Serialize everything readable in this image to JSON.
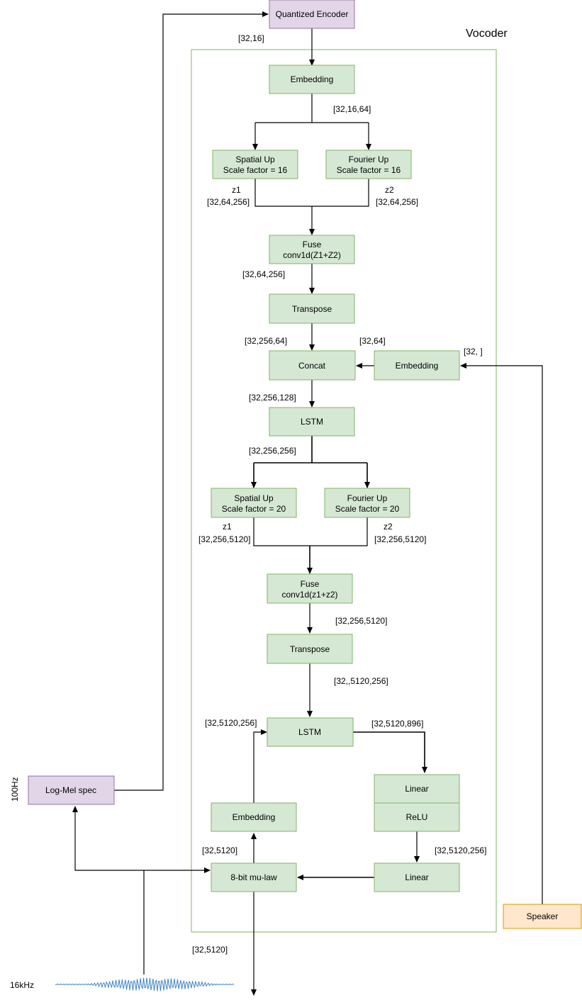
{
  "title": "Vocoder",
  "colors": {
    "block_fill": "#d5e8d4",
    "block_stroke": "#82b366",
    "purple_fill": "#e1d5e7",
    "purple_stroke": "#9673a6",
    "orange_fill": "#ffe6cc",
    "orange_stroke": "#d79b00",
    "wave": "#3d85c6"
  },
  "nodes": {
    "quantized_encoder": "Quantized Encoder",
    "embedding_top": "Embedding",
    "spatial_up_1": [
      "Spatial Up",
      "Scale factor = 16"
    ],
    "fourier_up_1": [
      "Fourier Up",
      "Scale factor = 16"
    ],
    "fuse_1": [
      "Fuse",
      "conv1d(Z1+Z2)"
    ],
    "transpose_1": "Transpose",
    "concat": "Concat",
    "embedding_speaker": "Embedding",
    "lstm_1": "LSTM",
    "spatial_up_2": [
      "Spatial Up",
      "Scale factor = 20"
    ],
    "fourier_up_2": [
      "Fourier Up",
      "Scale factor = 20"
    ],
    "fuse_2": [
      "Fuse",
      "conv1d(z1+z2)"
    ],
    "transpose_2": "Transpose",
    "lstm_2": "LSTM",
    "linear_1": "Linear",
    "relu": "ReLU",
    "linear_2": "Linear",
    "embedding_bottom": "Embedding",
    "mulaw": "8-bit mu-law",
    "logmel": "Log-Mel spec",
    "speaker": "Speaker"
  },
  "labels": {
    "encoder_out": "[32,16]",
    "embed_out": "[32,16,64]",
    "z1_a": "z1",
    "z1_a_shape": "[32,64,256]",
    "z2_a": "z2",
    "z2_a_shape": "[32,64,256]",
    "fuse1_out": "[32,64,256]",
    "transpose1_out": "[32,256,64]",
    "spk_embed_out": "[32,64]",
    "speaker_in": "[32, ]",
    "concat_out": "[32,256,128]",
    "lstm1_out": "[32,256,256]",
    "z1_b": "z1",
    "z1_b_shape": "[32,256,5120]",
    "z2_b": "z2",
    "z2_b_shape": "[32,256,5120]",
    "fuse2_out": "[32,256,5120]",
    "transpose2_out": "[32,,5120,256]",
    "lstm2_in": "[32,5120,256]",
    "lstm2_out": "[32,5120,896]",
    "relu_out": "[32,5120,256]",
    "mulaw_out": "[32,5120]",
    "wave_in": "[32,5120]",
    "rate_100hz": "100Hz",
    "rate_16khz": "16kHz"
  }
}
